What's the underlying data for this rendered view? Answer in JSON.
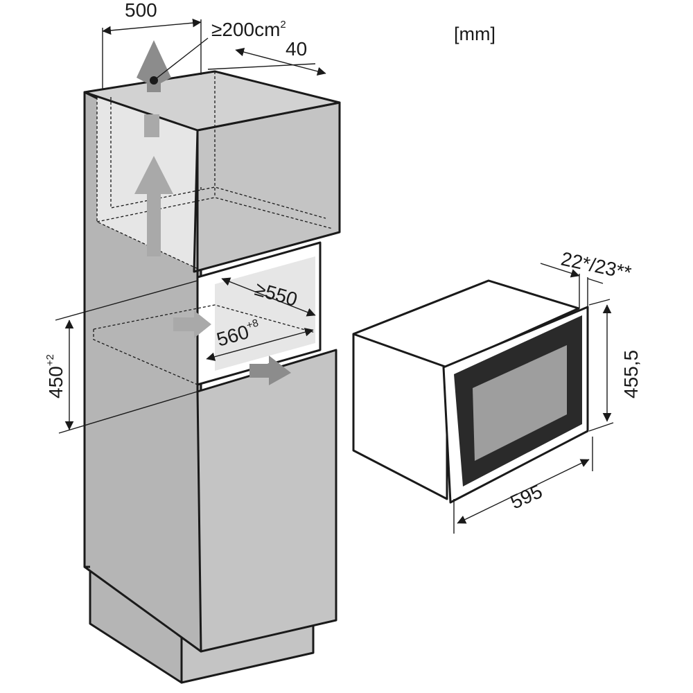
{
  "units": "[mm]",
  "cabinet": {
    "width_label": "500",
    "vent_area_label": "≥200cm",
    "vent_area_sup": "2",
    "rear_gap_label": "40",
    "depth_label": "≥550",
    "niche_width_label": "560",
    "niche_width_tol": "+8",
    "niche_height_label": "450",
    "niche_height_tol": "+2"
  },
  "appliance": {
    "front_depth_label": "22*/23**",
    "height_label": "455,5",
    "width_label": "595"
  },
  "colors": {
    "line": "#1a1a1a",
    "cabinet_front": "#c4c4c4",
    "cabinet_side": "#b5b5b5",
    "glass": "#9e9e9e",
    "airflow_arrow": "#8c8c8c"
  }
}
